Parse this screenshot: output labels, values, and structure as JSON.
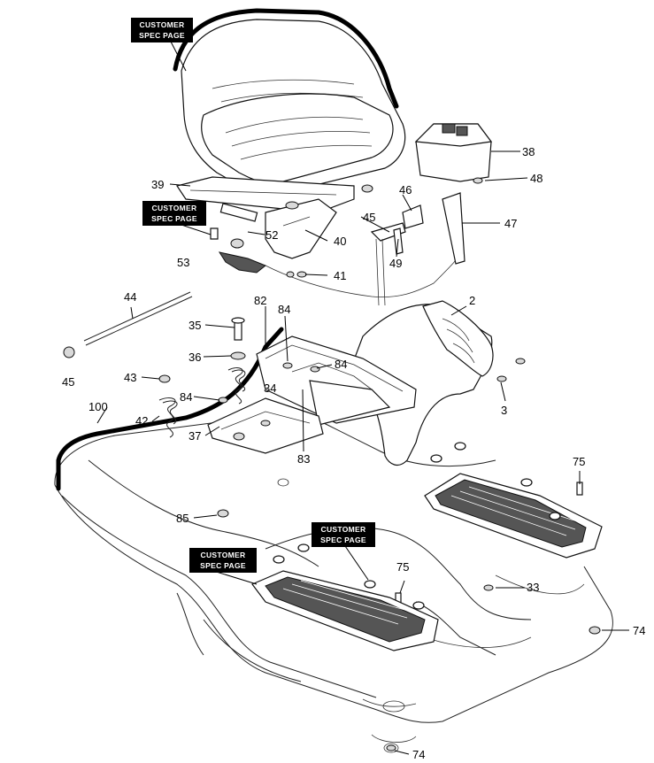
{
  "badge_text": [
    "CUSTOMER",
    "SPEC PAGE"
  ],
  "part_labels": {
    "p2": "2",
    "p3": "3",
    "p33": "33",
    "p34": "34",
    "p35": "35",
    "p36": "36",
    "p37": "37",
    "p38": "38",
    "p39": "39",
    "p40": "40",
    "p41": "41",
    "p42": "42",
    "p43": "43",
    "p44": "44",
    "p45a": "45",
    "p45b": "45",
    "p46": "46",
    "p47": "47",
    "p48": "48",
    "p49": "49",
    "p52": "52",
    "p53": "53",
    "p74a": "74",
    "p74b": "74",
    "p75a": "75",
    "p75b": "75",
    "p82": "82",
    "p83": "83",
    "p84a": "84",
    "p84b": "84",
    "p84c": "84",
    "p85": "85",
    "p100": "100"
  },
  "colors": {
    "badge": "#000000",
    "badge_text": "#ffffff",
    "line": "#111111"
  }
}
